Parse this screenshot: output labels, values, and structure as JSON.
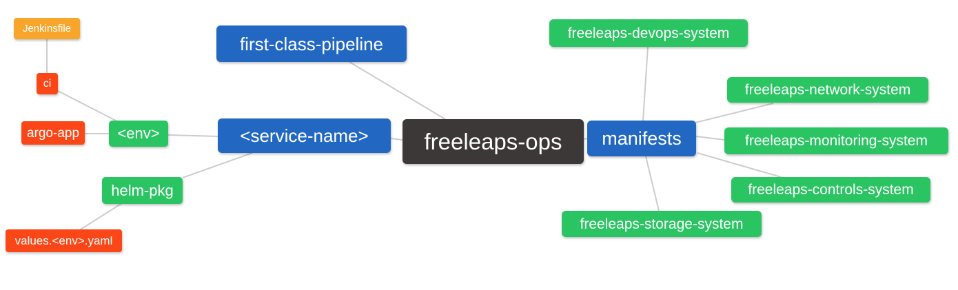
{
  "diagram": {
    "type": "mindmap",
    "root_label": "freeleaps-ops",
    "palette": {
      "blue": "#2268c3",
      "green": "#2bc463",
      "red": "#fb4617",
      "orange": "#f7a62b",
      "dark": "#3b3837",
      "edge": "#cccccc",
      "text": "#ffffff",
      "background": "#ffffff"
    },
    "nodes": {
      "jenkinsfile": {
        "label": "Jenkinsfile",
        "color": "orange"
      },
      "ci": {
        "label": "ci",
        "color": "red"
      },
      "argo_app": {
        "label": "argo-app",
        "color": "red"
      },
      "env": {
        "label": "<env>",
        "color": "green"
      },
      "helm_pkg": {
        "label": "helm-pkg",
        "color": "green"
      },
      "values_env_yaml": {
        "label": "values.<env>.yaml",
        "color": "red"
      },
      "first_class_pipeline": {
        "label": "first-class-pipeline",
        "color": "blue"
      },
      "service_name": {
        "label": "<service-name>",
        "color": "blue"
      },
      "freeleaps_ops": {
        "label": "freeleaps-ops",
        "color": "dark"
      },
      "manifests": {
        "label": "manifests",
        "color": "blue"
      },
      "devops_system": {
        "label": "freeleaps-devops-system",
        "color": "green"
      },
      "network_system": {
        "label": "freeleaps-network-system",
        "color": "green"
      },
      "monitoring_system": {
        "label": "freeleaps-monitoring-system",
        "color": "green"
      },
      "controls_system": {
        "label": "freeleaps-controls-system",
        "color": "green"
      },
      "storage_system": {
        "label": "freeleaps-storage-system",
        "color": "green"
      }
    },
    "edges": [
      {
        "from": "jenkinsfile",
        "to": "ci"
      },
      {
        "from": "ci",
        "to": "env"
      },
      {
        "from": "argo_app",
        "to": "env"
      },
      {
        "from": "env",
        "to": "service_name"
      },
      {
        "from": "helm_pkg",
        "to": "service_name"
      },
      {
        "from": "values_env_yaml",
        "to": "helm_pkg"
      },
      {
        "from": "first_class_pipeline",
        "to": "freeleaps_ops"
      },
      {
        "from": "service_name",
        "to": "freeleaps_ops"
      },
      {
        "from": "freeleaps_ops",
        "to": "manifests"
      },
      {
        "from": "manifests",
        "to": "devops_system"
      },
      {
        "from": "manifests",
        "to": "network_system"
      },
      {
        "from": "manifests",
        "to": "monitoring_system"
      },
      {
        "from": "manifests",
        "to": "controls_system"
      },
      {
        "from": "manifests",
        "to": "storage_system"
      }
    ]
  }
}
